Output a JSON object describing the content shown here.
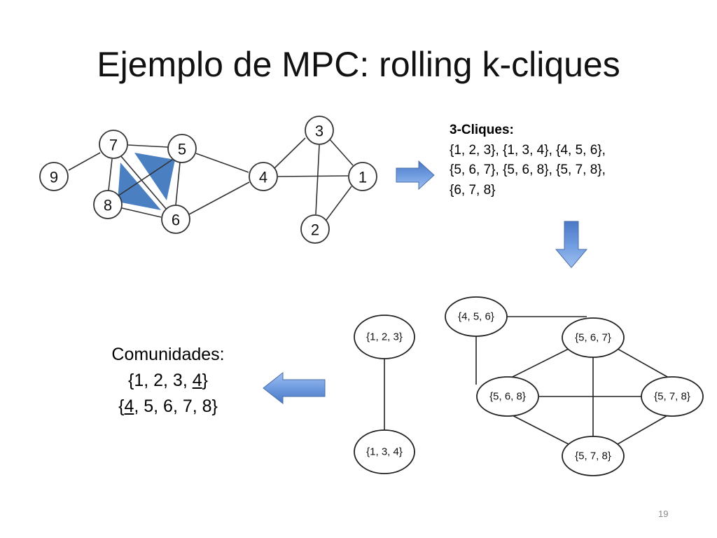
{
  "title": "Ejemplo de MPC: rolling k-cliques",
  "graph": {
    "nodes": [
      "1",
      "2",
      "3",
      "4",
      "5",
      "6",
      "7",
      "8",
      "9"
    ]
  },
  "cliques": {
    "heading": "3-Cliques:",
    "lines": [
      "{1, 2, 3}, {1, 3, 4}, {4, 5, 6},",
      "{5, 6, 7}, {5, 6, 8}, {5, 7, 8},",
      "{6, 7, 8}"
    ]
  },
  "clique_graph": {
    "nodes": [
      "{1, 2, 3}",
      "{1, 3, 4}",
      "{4, 5, 6}",
      "{5, 6, 7}",
      "{5, 6, 8}",
      "{5, 7, 8}",
      "{5, 7, 8}"
    ]
  },
  "communities": {
    "heading": "Comunidades:",
    "line1_pre": "{1, 2, 3, ",
    "line1_u": "4",
    "line1_post": "}",
    "line2_pre": "{",
    "line2_u": "4",
    "line2_post": ", 5, 6, 7, 8}"
  },
  "page_number": "19",
  "colors": {
    "arrow_fill": "#5b8fd6",
    "triangle_fill": "#4a7fc1"
  }
}
